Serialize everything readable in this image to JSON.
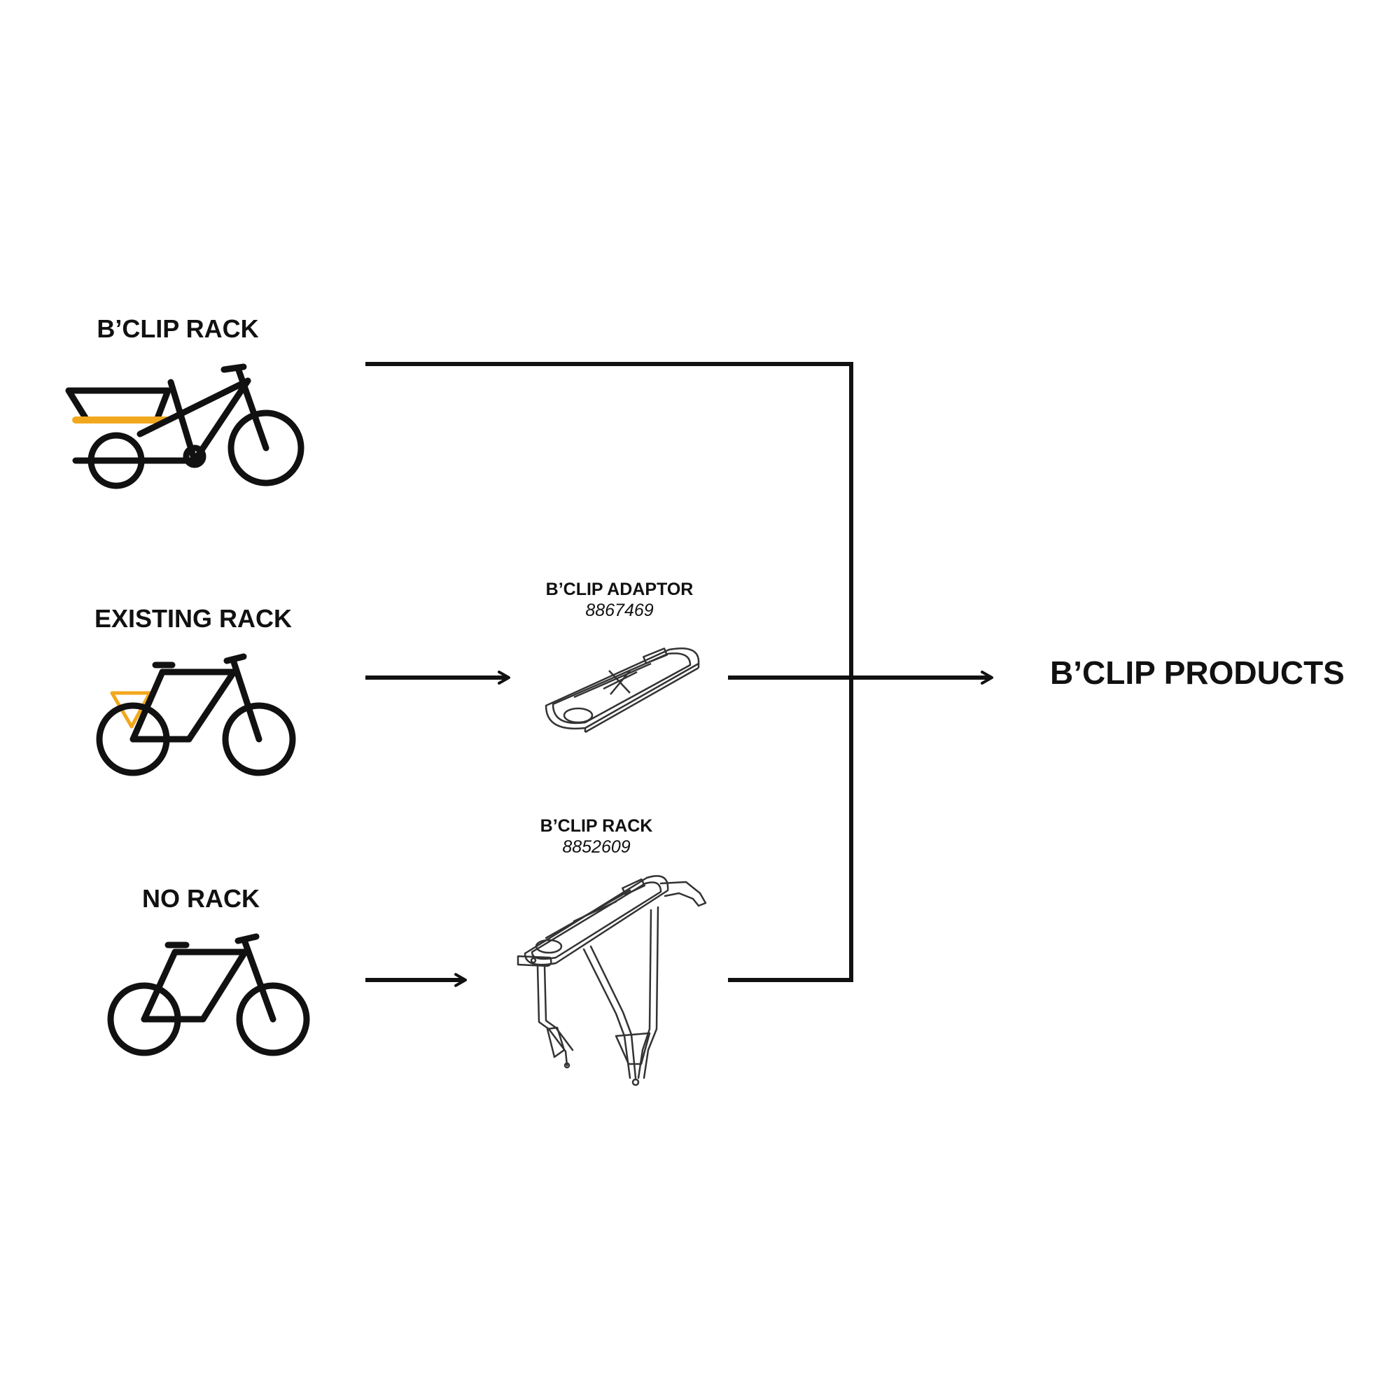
{
  "sources": {
    "bclip_rack": {
      "label": "B’CLIP RACK"
    },
    "existing_rack": {
      "label": "EXISTING RACK"
    },
    "no_rack": {
      "label": "NO RACK"
    }
  },
  "products": {
    "adaptor": {
      "name": "B’CLIP ADAPTOR",
      "code": "8867469"
    },
    "rack": {
      "name": "B’CLIP RACK",
      "code": "8852609"
    }
  },
  "output": {
    "label": "B’CLIP PRODUCTS"
  },
  "colors": {
    "accent": "#F2A81D",
    "stroke": "#111111"
  },
  "icons": {
    "bike_1": "cargo-bike-icon",
    "bike_2": "bike-with-rack-icon",
    "bike_3": "bike-icon",
    "product_1": "adaptor-plate-icon",
    "product_2": "rear-rack-icon"
  }
}
